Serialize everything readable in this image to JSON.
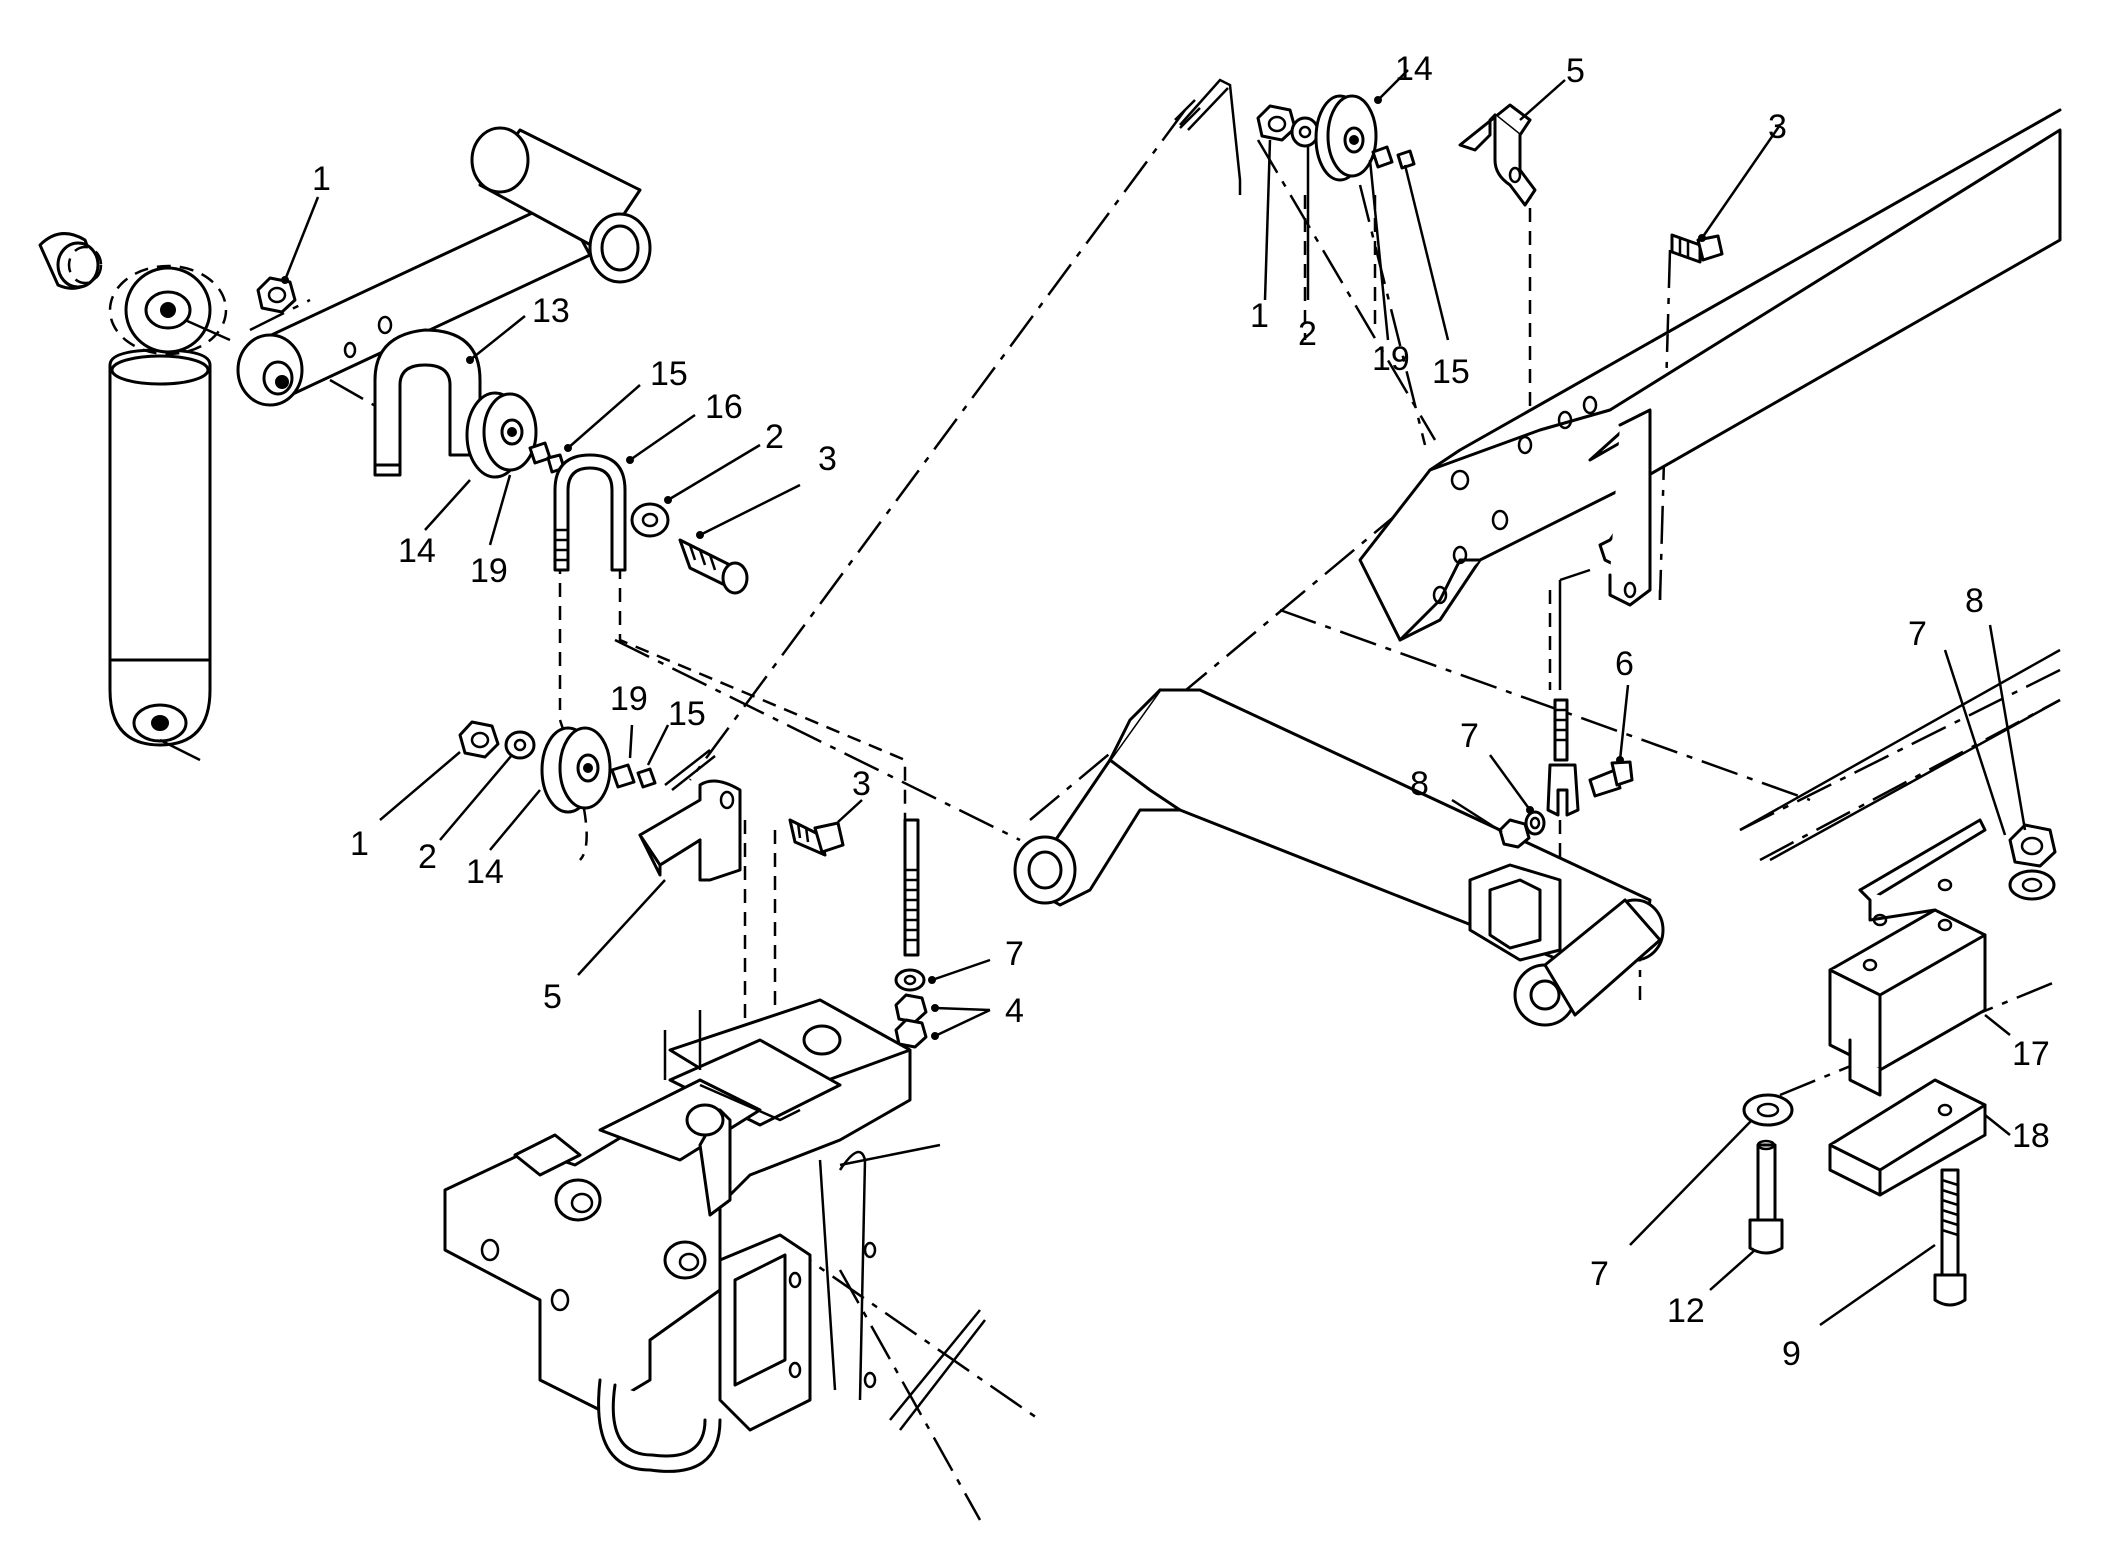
{
  "callouts": [
    {
      "id": "c1a",
      "text": "1"
    },
    {
      "id": "c13",
      "text": "13"
    },
    {
      "id": "c15a",
      "text": "15"
    },
    {
      "id": "c16",
      "text": "16"
    },
    {
      "id": "c2a",
      "text": "2"
    },
    {
      "id": "c3a",
      "text": "3"
    },
    {
      "id": "c14a",
      "text": "14"
    },
    {
      "id": "c19a",
      "text": "19"
    },
    {
      "id": "c19b",
      "text": "19"
    },
    {
      "id": "c15b",
      "text": "15"
    },
    {
      "id": "c1b",
      "text": "1"
    },
    {
      "id": "c2b",
      "text": "2"
    },
    {
      "id": "c14b",
      "text": "14"
    },
    {
      "id": "c5a",
      "text": "5"
    },
    {
      "id": "c3b",
      "text": "3"
    },
    {
      "id": "c7a",
      "text": "7"
    },
    {
      "id": "c4",
      "text": "4"
    },
    {
      "id": "c14c",
      "text": "14"
    },
    {
      "id": "c5b",
      "text": "5"
    },
    {
      "id": "c3c",
      "text": "3"
    },
    {
      "id": "c1c",
      "text": "1"
    },
    {
      "id": "c2c",
      "text": "2"
    },
    {
      "id": "c19c",
      "text": "19"
    },
    {
      "id": "c15c",
      "text": "15"
    },
    {
      "id": "c6",
      "text": "6"
    },
    {
      "id": "c7b",
      "text": "7"
    },
    {
      "id": "c8a",
      "text": "8"
    },
    {
      "id": "c7c",
      "text": "7"
    },
    {
      "id": "c8b",
      "text": "8"
    },
    {
      "id": "c17",
      "text": "17"
    },
    {
      "id": "c18",
      "text": "18"
    },
    {
      "id": "c7d",
      "text": "7"
    },
    {
      "id": "c12",
      "text": "12"
    },
    {
      "id": "c9",
      "text": "9"
    }
  ]
}
